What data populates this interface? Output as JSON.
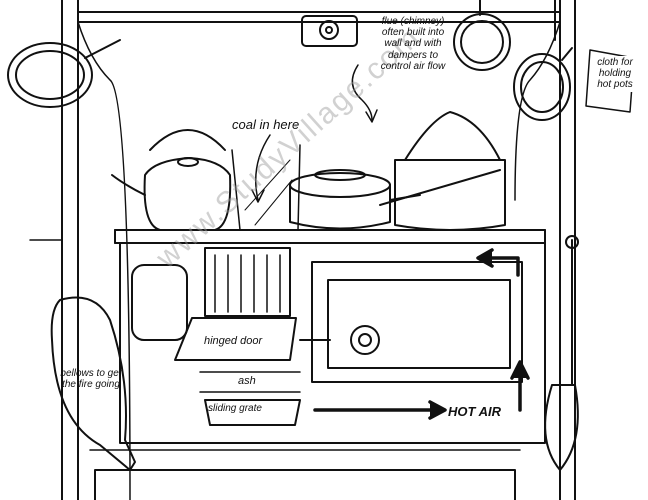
{
  "labels": {
    "flue": "flue (chimney)\noften built into\nwall and with\ndampers to\ncontrol air flow",
    "cloth": "cloth for\nholding\nhot pots",
    "coal": "coal in here",
    "hinged_door": "hinged door",
    "bellows": "bellows to get\nthe fire going",
    "ash": "ash",
    "sliding_grate": "sliding grate",
    "hot_air": "HOT AIR"
  },
  "colors": {
    "ink": "#111111",
    "watermark": "#9a9a9a",
    "paper": "#ffffff"
  }
}
